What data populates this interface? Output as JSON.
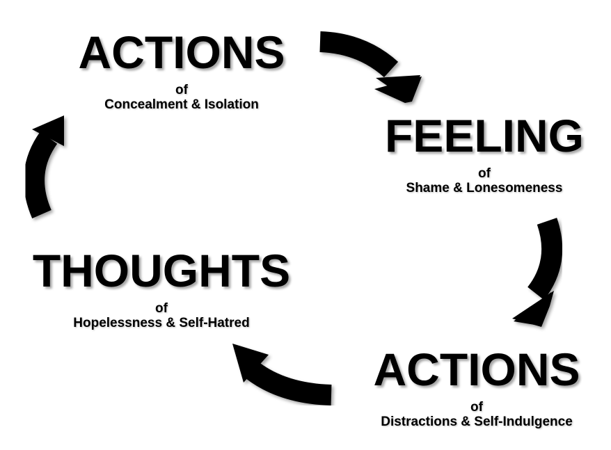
{
  "nodes": {
    "top_left": {
      "title": "ACTIONS",
      "of": "of",
      "subtitle": "Concealment & Isolation"
    },
    "right": {
      "title": "FEELING",
      "of": "of",
      "subtitle": "Shame & Lonesomeness"
    },
    "bottom_right": {
      "title": "ACTIONS",
      "of": "of",
      "subtitle": "Distractions & Self-Indulgence"
    },
    "left": {
      "title": "THOUGHTS",
      "of": "of",
      "subtitle": "Hopelessness & Self-Hatred"
    }
  },
  "colors": {
    "text": "#000000",
    "arrow": "#000000",
    "background": "#ffffff"
  }
}
